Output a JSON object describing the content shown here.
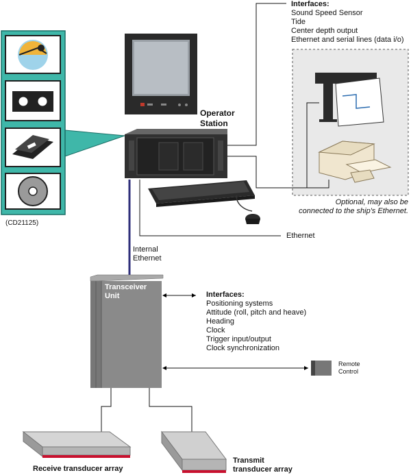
{
  "operator_station": {
    "label": "Operator\nStation"
  },
  "operator_interfaces": {
    "title": "Interfaces:",
    "items": [
      "Sound Speed Sensor",
      "Tide",
      "Center depth output",
      "Ethernet and serial lines (data i/o)"
    ]
  },
  "optional_note": {
    "line1": "Optional, may also  be",
    "line2": "connected to the ship's Ethernet."
  },
  "figure_code": "(CD21125)",
  "ethernet_label": "Ethernet",
  "internal_ethernet": {
    "line1": "Internal",
    "line2": "Ethernet"
  },
  "transceiver": {
    "line1": "Transceiver",
    "line2": "Unit"
  },
  "transceiver_interfaces": {
    "title": "Interfaces:",
    "items": [
      "Positioning systems",
      "Attitude (roll, pitch and heave)",
      "Heading",
      "Clock",
      "Trigger input/output",
      "Clock synchronization"
    ]
  },
  "remote_control": {
    "line1": "Remote",
    "line2": "Control"
  },
  "receive_array": "Receive transducer array",
  "transmit_array": {
    "line1": "Transmit",
    "line2": "transducer array"
  },
  "colors": {
    "teal_panel": "#3fb7a9",
    "teal_border": "#1a6e66",
    "internal_ethernet_line": "#2e2e7a",
    "cabinet_grey": "#8a8a8a",
    "transducer_red": "#c8102e"
  }
}
